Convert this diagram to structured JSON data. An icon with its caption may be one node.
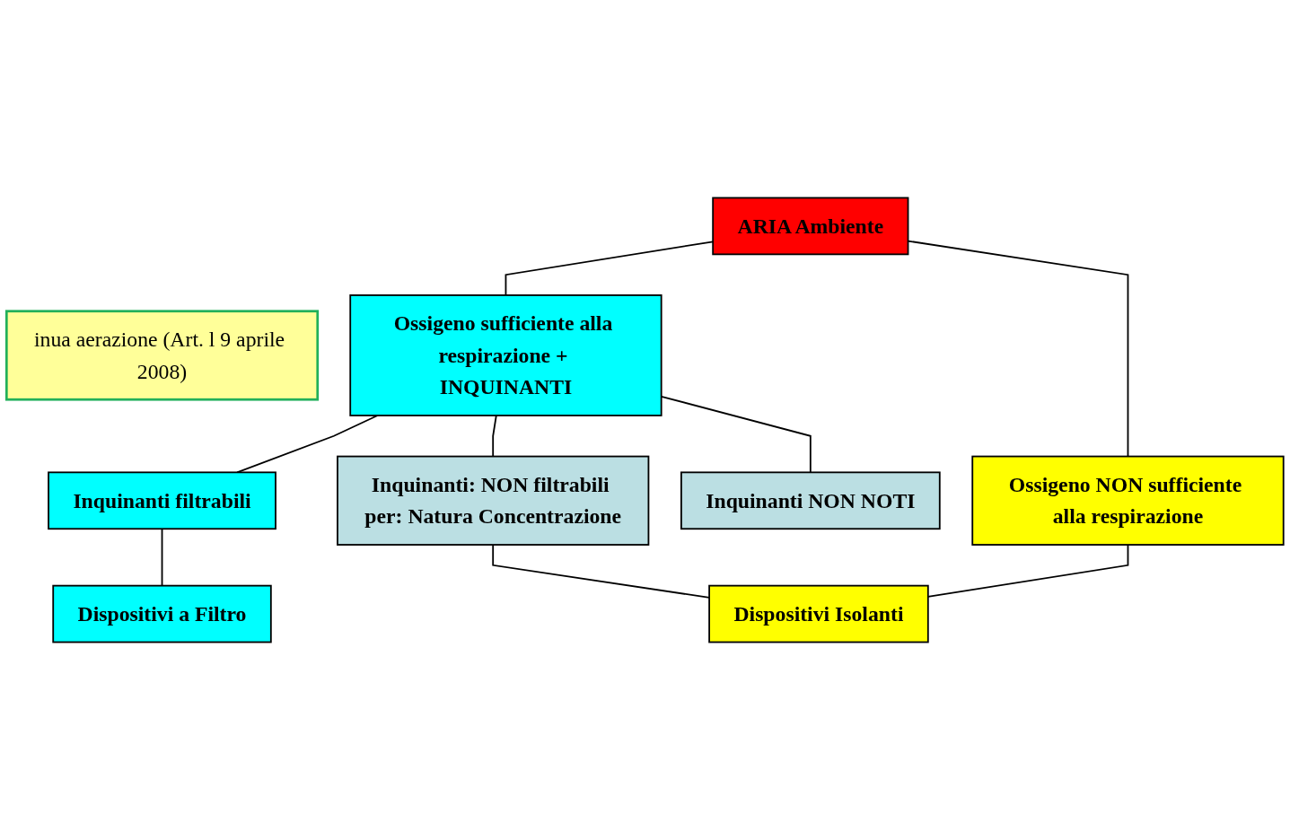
{
  "diagram": {
    "nodes": [
      {
        "text": [
          "inua aerazione (Art. l 9 aprile 2008)"
        ]
      },
      {
        "text": [
          "ARIA Ambiente"
        ]
      },
      {
        "text": [
          "Ossigeno sufficiente alla respirazione + INQUINANTI"
        ]
      },
      {
        "text": [
          "Ossigeno NON sufficiente alla respirazione"
        ]
      },
      {
        "text": [
          "Inquinanti filtrabili"
        ]
      },
      {
        "text": [
          "Inquinanti: NON filtrabili per: Natura Concentrazione"
        ]
      },
      {
        "text": [
          "Dispositivi Isolanti"
        ]
      },
      {
        "text": [
          "Dispositivi a Filtro"
        ]
      },
      {
        "text": [
          "Inquinanti NON NOTI"
        ]
      }
    ],
    "edges": [
      {
        "from": 1,
        "to": 2,
        "arrow": "none"
      },
      {
        "from": 1,
        "to": 3,
        "arrow": "none"
      },
      {
        "from": 2,
        "to": 4,
        "arrow": "none"
      },
      {
        "from": 2,
        "to": 5,
        "arrow": "none"
      },
      {
        "from": 2,
        "to": 8,
        "arrow": "none"
      },
      {
        "from": 4,
        "to": 7,
        "arrow": "none"
      },
      {
        "from": 3,
        "to": 6,
        "arrow": "none"
      },
      {
        "from": 5,
        "to": 6,
        "arrow": "none"
      }
    ]
  }
}
